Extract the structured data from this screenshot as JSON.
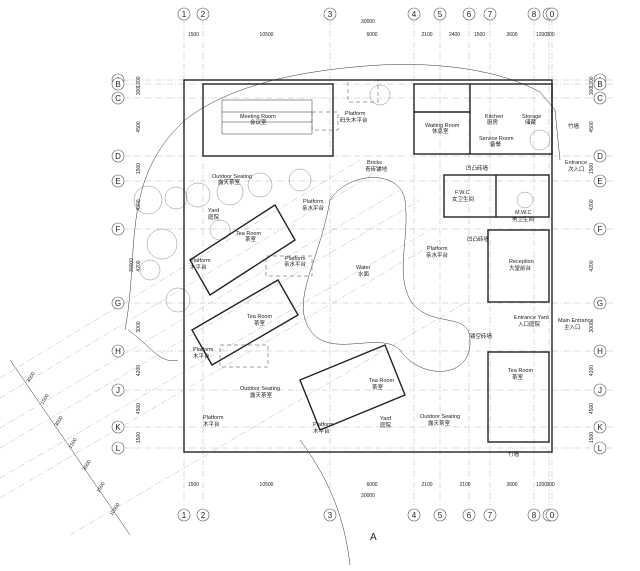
{
  "grid": {
    "columns": [
      "1",
      "2",
      "3",
      "4",
      "5",
      "6",
      "7",
      "8",
      "9",
      "0"
    ],
    "rows": [
      "A",
      "B",
      "C",
      "D",
      "E",
      "F",
      "G",
      "H",
      "J",
      "K",
      "L"
    ]
  },
  "dimensions": {
    "top_total": "30000",
    "top_segments": [
      "1500",
      "10500",
      "6000",
      "2100",
      "2400",
      "1500",
      "3600",
      "1200",
      "300"
    ],
    "bottom_total": "30000",
    "bottom_segments": [
      "1500",
      "10500",
      "6000",
      "2100",
      "2100",
      "3600",
      "1200",
      "300"
    ],
    "left_total": "30000",
    "left_segments": [
      "1200",
      "300",
      "4500",
      "1500",
      "4200",
      "4200",
      "3000",
      "4200",
      "4500",
      "1500"
    ],
    "right_segments": [
      "1200",
      "300",
      "4500",
      "1500",
      "4200",
      "4200",
      "3000",
      "4200",
      "4500",
      "1500"
    ],
    "diagonal": [
      "3000",
      "1500",
      "3000",
      "1500",
      "3000",
      "1500",
      "10500"
    ]
  },
  "rooms": {
    "meeting_room": {
      "en": "Meeting Room",
      "zh": "会议室"
    },
    "platform_top": {
      "en": "Platform",
      "zh": "码头木平台"
    },
    "waiting_room": {
      "en": "Waiting Room",
      "zh": "休息室"
    },
    "kitchen": {
      "en": "Kitchen",
      "zh": "厨房"
    },
    "storage": {
      "en": "Storage",
      "zh": "储藏"
    },
    "service_room": {
      "en": "Service Room",
      "zh": "备餐"
    },
    "bamboo_1": {
      "zh": "竹墙"
    },
    "bamboo_2": {
      "zh": "竹墙"
    },
    "entrance_1": {
      "en": "Entrance",
      "zh": "次入口"
    },
    "bricks": {
      "en": "Bricks",
      "zh": "青砖铺地"
    },
    "outdoor_seating_1": {
      "en": "Outdoor Seating",
      "zh": "露天茶室"
    },
    "yard_1": {
      "en": "Yard",
      "zh": "庭院"
    },
    "platform_2": {
      "en": "Platform",
      "zh": "亲水平台"
    },
    "concave_1": {
      "zh": "凹凸砖墙"
    },
    "fwc": {
      "en": "F.W.C",
      "zh": "女卫生间"
    },
    "mwc": {
      "en": "M.W.C",
      "zh": "男卫生间"
    },
    "concave_2": {
      "zh": "凹凸砖墙"
    },
    "tea_room_1": {
      "en": "Tea Room",
      "zh": "茶室"
    },
    "platform_3": {
      "en": "Platform",
      "zh": "木平台"
    },
    "platform_4": {
      "en": "Platform",
      "zh": "亲水平台"
    },
    "platform_5": {
      "en": "Platform",
      "zh": "亲水平台"
    },
    "reception": {
      "en": "Reception",
      "zh": "大堂前台"
    },
    "water": {
      "en": "Water",
      "zh": "水面"
    },
    "tea_room_2": {
      "en": "Tea Room",
      "zh": "茶室"
    },
    "platform_6": {
      "en": "Platform",
      "zh": "木平台"
    },
    "entrance_yard": {
      "en": "Entrance Yard",
      "zh": "入口庭院"
    },
    "main_entrance": {
      "en": "Main Entrance",
      "zh": "主入口"
    },
    "lattice_wall": {
      "zh": "镂空砖墙"
    },
    "tea_room_3": {
      "en": "Tea Room",
      "zh": "茶室"
    },
    "tea_room_4": {
      "en": "Tea Room",
      "zh": "茶室"
    },
    "outdoor_seating_2": {
      "en": "Outdoor Seating",
      "zh": "露天茶室"
    },
    "outdoor_seating_3": {
      "en": "Outdoor Seating",
      "zh": "露天茶室"
    },
    "platform_7": {
      "en": "Platform",
      "zh": "木平台"
    },
    "platform_8": {
      "en": "Platform",
      "zh": "木平台"
    },
    "yard_2": {
      "en": "Yard",
      "zh": "庭院"
    }
  },
  "section_mark": "A"
}
